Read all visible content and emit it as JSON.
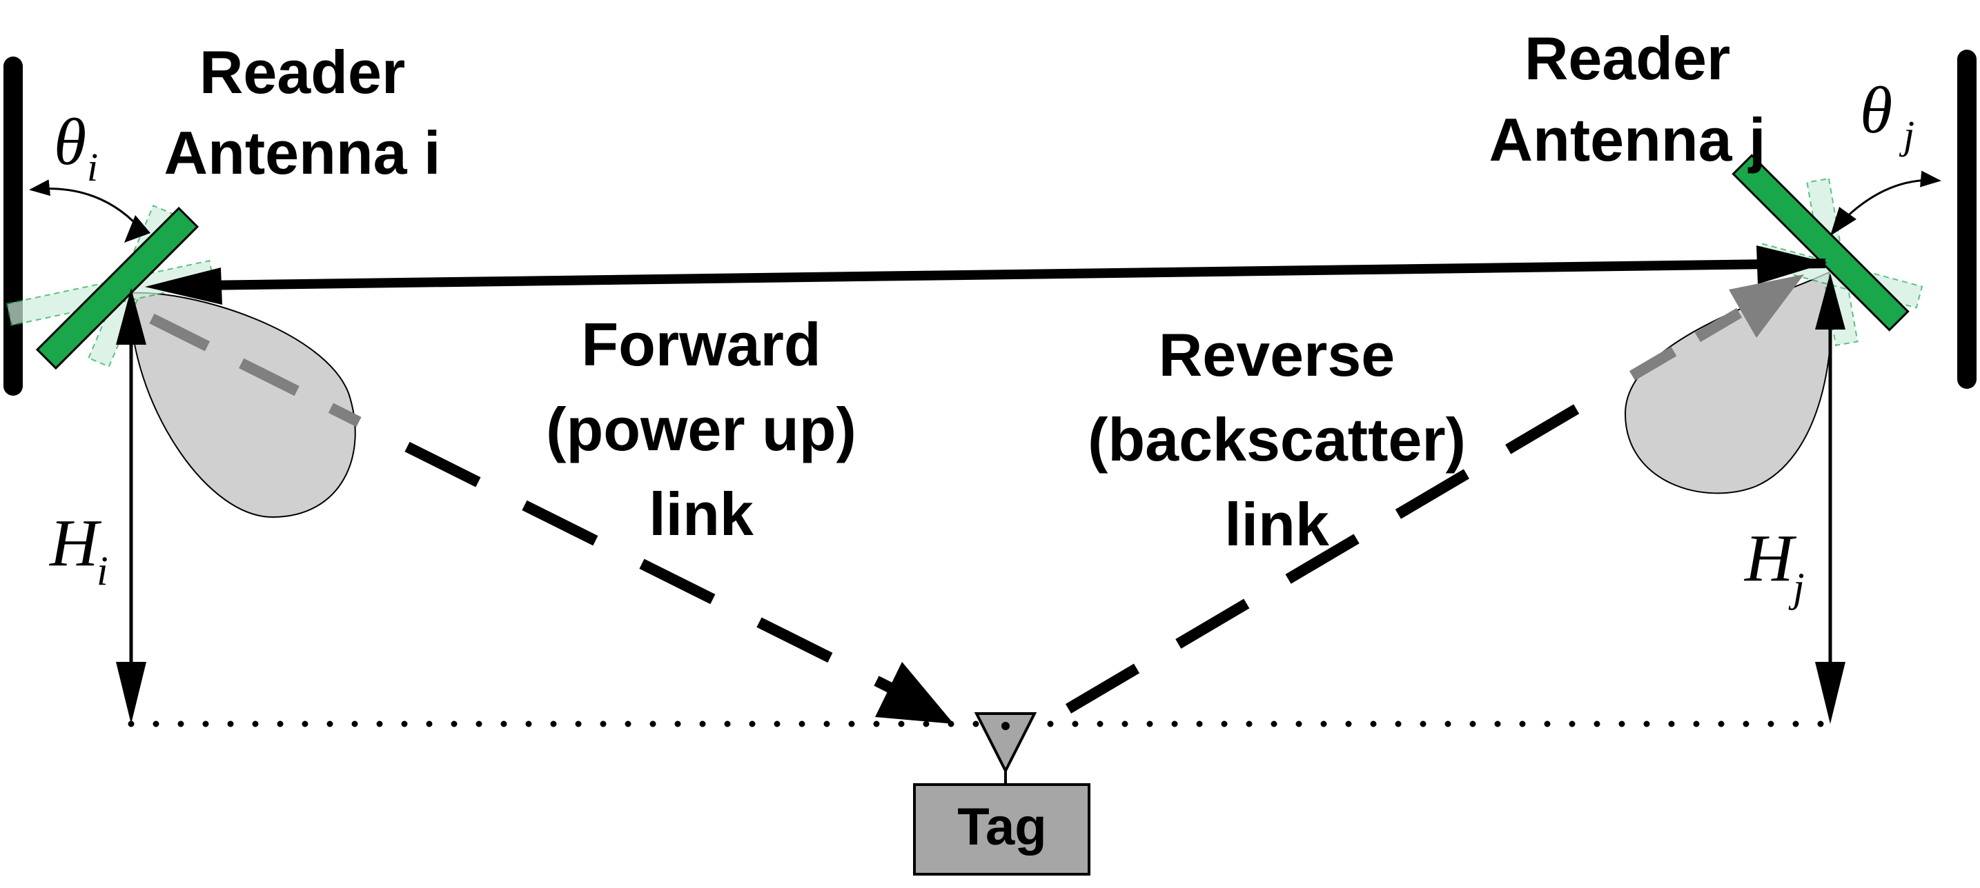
{
  "reader_i": {
    "title_line1": "Reader",
    "title_line2": "Antenna i",
    "angle_symbol": "θ",
    "angle_subscript": "i",
    "height_symbol": "H",
    "height_subscript": "i"
  },
  "reader_j": {
    "title_line1": "Reader",
    "title_line2": "Antenna j",
    "angle_symbol": "θ",
    "angle_subscript": "j",
    "height_symbol": "H",
    "height_subscript": "j"
  },
  "forward_link": {
    "line1": "Forward",
    "line2": "(power up)",
    "line3": "link"
  },
  "reverse_link": {
    "line1": "Reverse",
    "line2": "(backscatter)",
    "line3": "link"
  },
  "tag": {
    "label": "Tag"
  },
  "colors": {
    "antenna_green": "#1aa64a",
    "antenna_ghost": "#cfeedd",
    "lobe_fill": "#d0d0d0",
    "tag_fill": "#a6a6a6"
  }
}
